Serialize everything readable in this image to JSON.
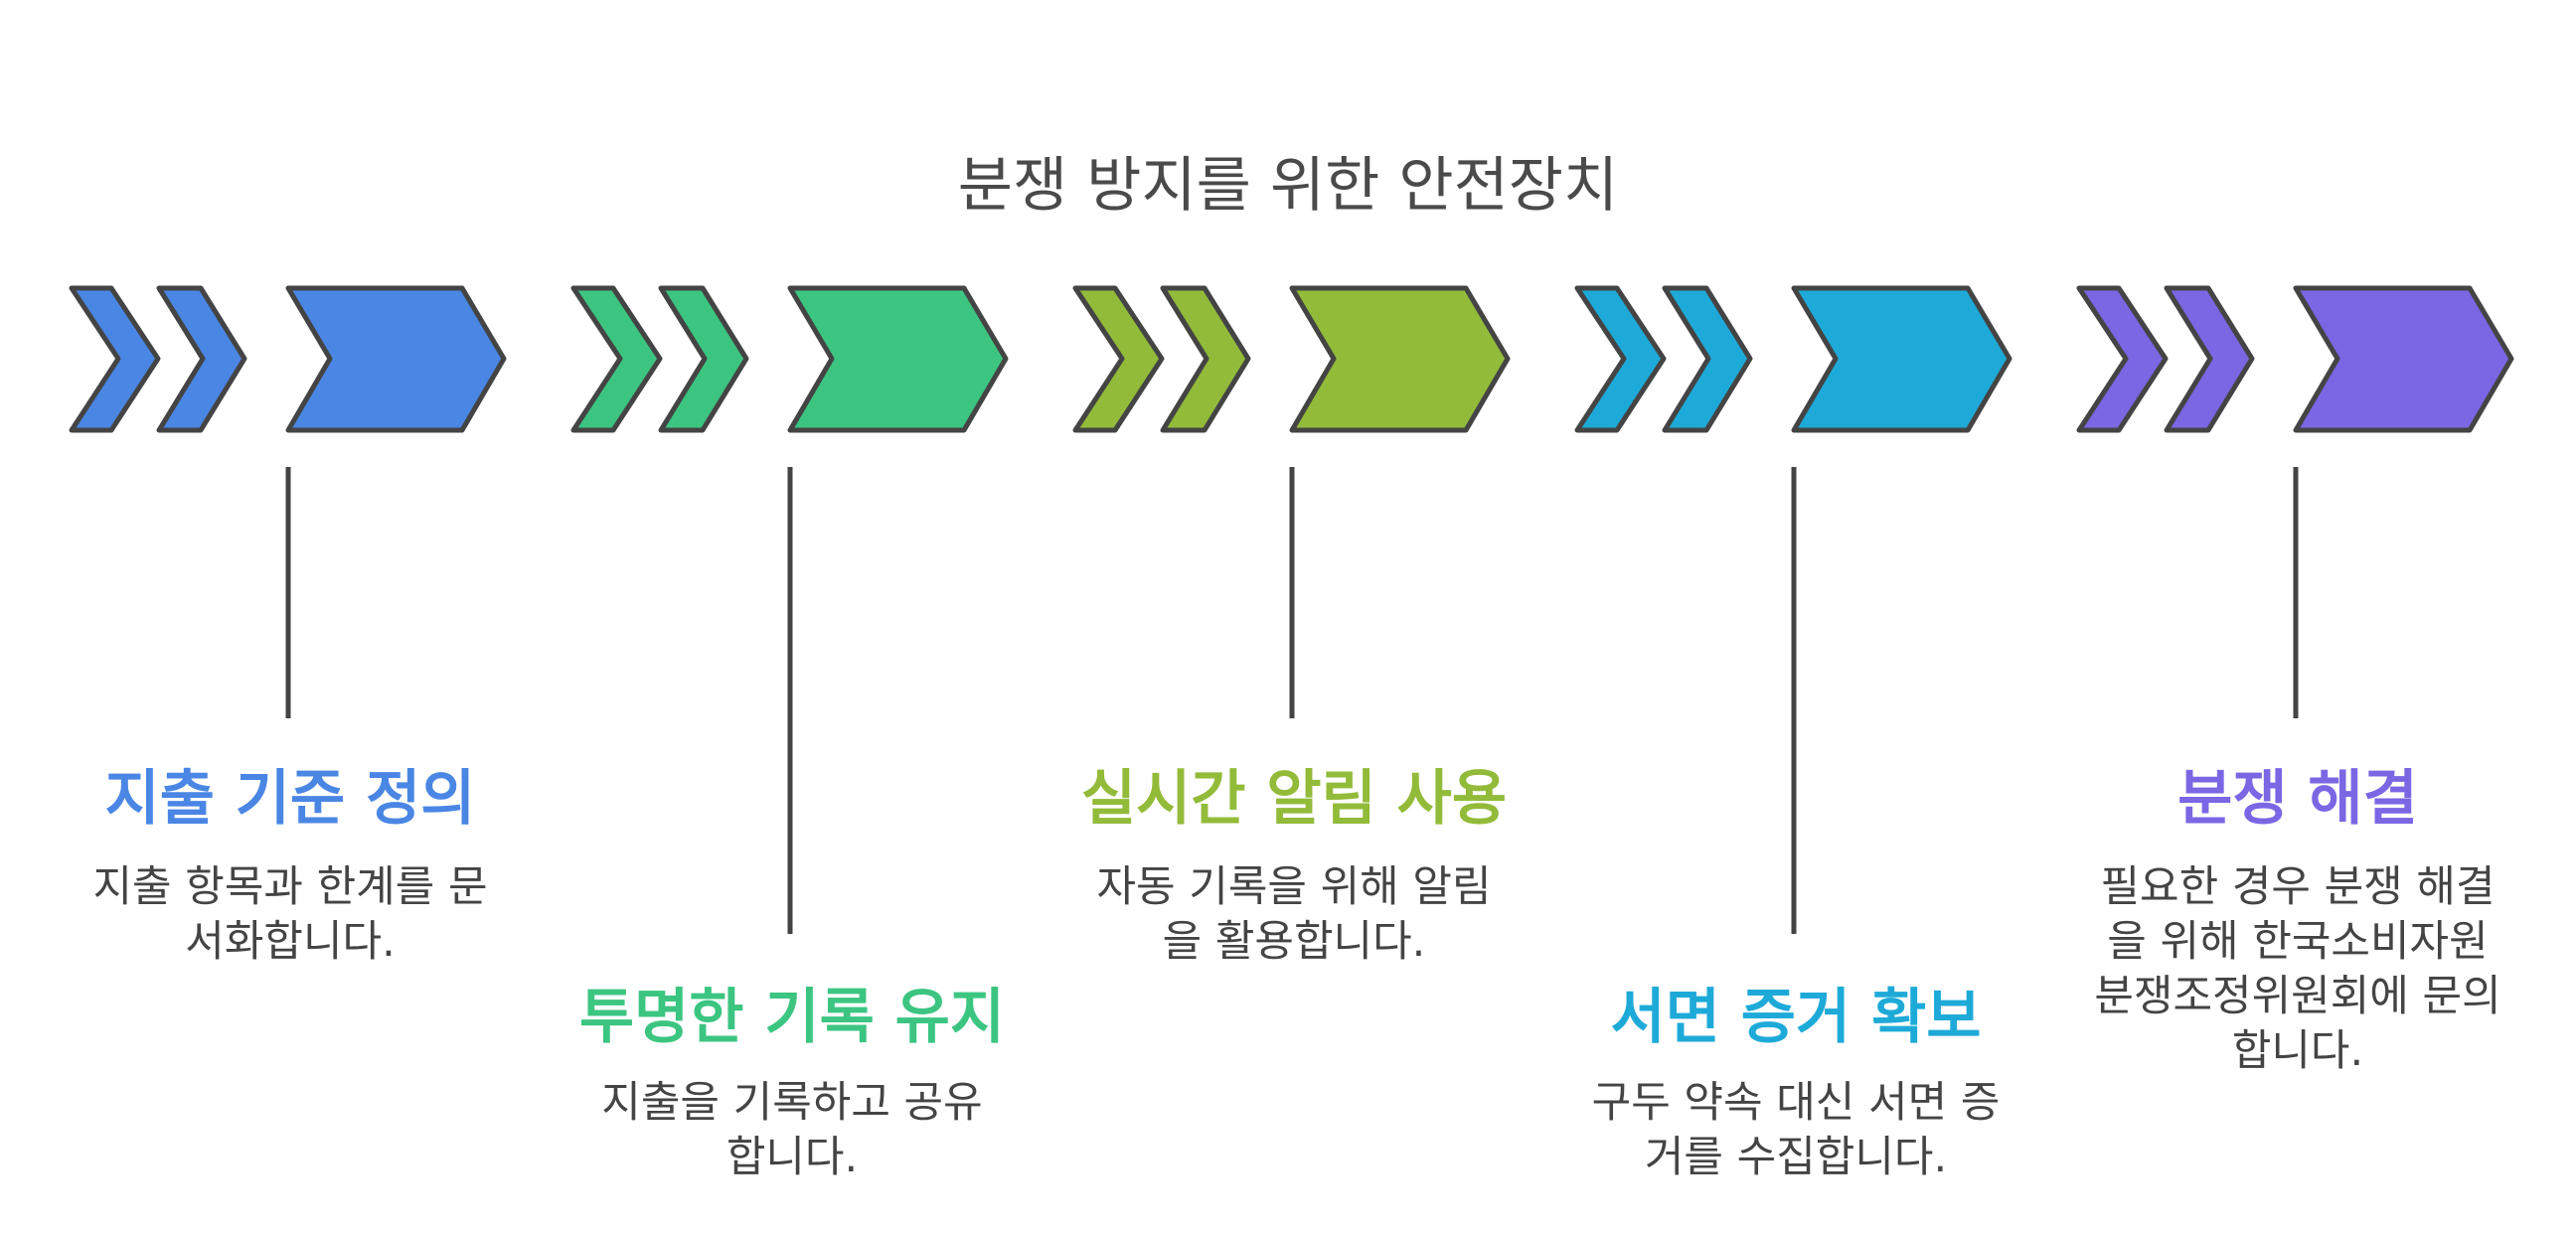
{
  "title": "분쟁 방지를 위한 안전장치",
  "steps": [
    {
      "heading": "지출 기준 정의",
      "description": "지출 항목과 한계를 문서화합니다.",
      "color": "#4a86e4",
      "label_row": "upper"
    },
    {
      "heading": "투명한 기록 유지",
      "description": "지출을 기록하고 공유합니다.",
      "color": "#3cc581",
      "label_row": "lower"
    },
    {
      "heading": "실시간 알림 사용",
      "description": "자동 기록을 위해 알림을 활용합니다.",
      "color": "#92bb3a",
      "label_row": "upper"
    },
    {
      "heading": "서면 증거 확보",
      "description": "구두 약속 대신 서면 증거를 수집합니다.",
      "color": "#1eaad8",
      "label_row": "lower"
    },
    {
      "heading": "분쟁 해결",
      "description": "필요한 경우 분쟁 해결을 위해 한국소비자원 분쟁조정위원회에 문의합니다.",
      "color": "#7b66e4",
      "label_row": "upper"
    }
  ],
  "stroke_color": "#444444"
}
